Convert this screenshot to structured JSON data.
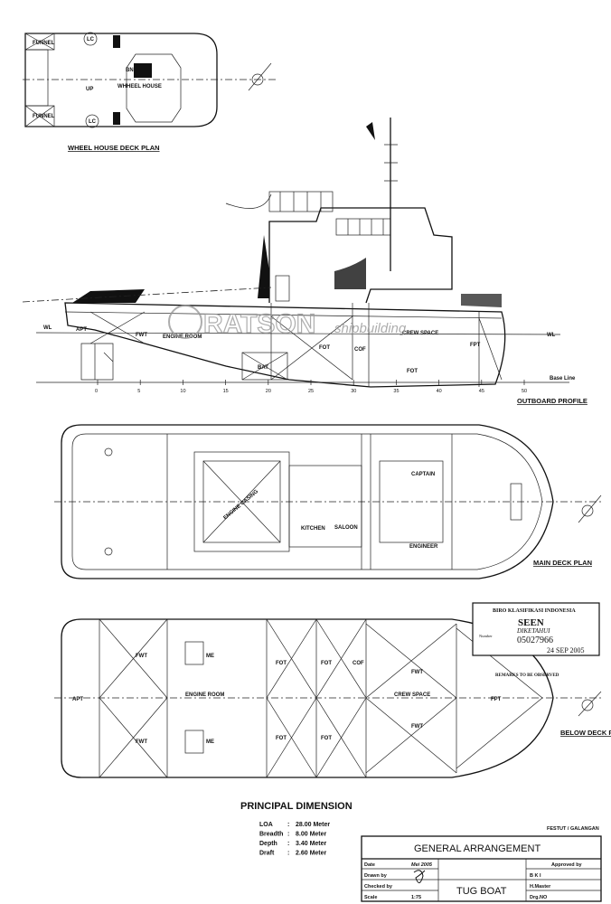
{
  "wheel_house_plan": {
    "title": "WHEEL HOUSE DECK PLAN",
    "labels": {
      "funnel_top": "FUNNEL",
      "funnel_bottom": "FUNNEL",
      "wheel_house": "WHHEEL HOUSE",
      "up": "UP",
      "lc1": "LC",
      "lc2": "LC",
      "bn": "BN"
    }
  },
  "outboard_profile": {
    "title": "OUTBOARD PROFILE",
    "labels": {
      "engine_room": "ENGINE ROOM",
      "fot1": "FOT",
      "fot2": "FOT",
      "cof": "COF",
      "fpt": "FPT",
      "apt": "APT",
      "fwt": "FWT",
      "bat": "BAT",
      "crew_space": "CREW SPACE",
      "base_line": "Base Line",
      "wl_aft": "WL",
      "wl_fwd": "WL"
    },
    "frame_numbers": [
      "0",
      "5",
      "10",
      "15",
      "20",
      "25",
      "30",
      "35",
      "40",
      "45",
      "50"
    ]
  },
  "watermark": {
    "brand": "RATSON",
    "suffix": "shipbuilding"
  },
  "main_deck_plan": {
    "title": "MAIN DECK PLAN",
    "labels": {
      "engine_casing": "ENGINE CASING",
      "kitchen": "KITCHEN",
      "saloon": "SALOON",
      "captain": "CAPTAIN",
      "engineer": "ENGINEER"
    }
  },
  "below_deck_plan": {
    "title": "BELOW DECK PLAN",
    "labels": {
      "apt": "APT",
      "fwt1": "FWT",
      "fwt2": "FWT",
      "me1": "ME",
      "me2": "ME",
      "engine_room": "ENGINE ROOM",
      "fot1": "FOT",
      "fot2": "FOT",
      "fot3": "FOT",
      "fot4": "FOT",
      "cof": "COF",
      "crew_space": "CREW SPACE",
      "fwt3": "FWT",
      "fwt4": "FWT",
      "fpt": "FPT"
    }
  },
  "stamp": {
    "org": "BIRO KLASIFIKASI INDONESIA",
    "status": "SEEN",
    "sub": "DIKETAHUI",
    "number_label": "Number",
    "number": "05027966",
    "date": "24 SEP 2005",
    "remark": "REMARKS TO BE OBSERVED"
  },
  "principal_dimension": {
    "title": "PRINCIPAL DIMENSION",
    "rows": [
      {
        "label": "LOA",
        "value": "28.00 Meter"
      },
      {
        "label": "Breadth",
        "value": "8.00 Meter"
      },
      {
        "label": "Depth",
        "value": "3.40 Meter"
      },
      {
        "label": "Draft",
        "value": "2.60 Meter"
      }
    ]
  },
  "title_block": {
    "owner_note": "FESTUT / GALANGAN",
    "title": "GENERAL ARRANGEMENT",
    "date_label": "Date",
    "date_value": "Mei 2005",
    "drawn_label": "Drawn by",
    "checked_label": "Checked by",
    "scale_label": "Scale",
    "scale_value": "1:75",
    "vessel": "TUG BOAT",
    "approved_label": "Approved by",
    "approved_1": "B K I",
    "approved_2": "H.Master",
    "drg_no_label": "Drg.NO"
  }
}
